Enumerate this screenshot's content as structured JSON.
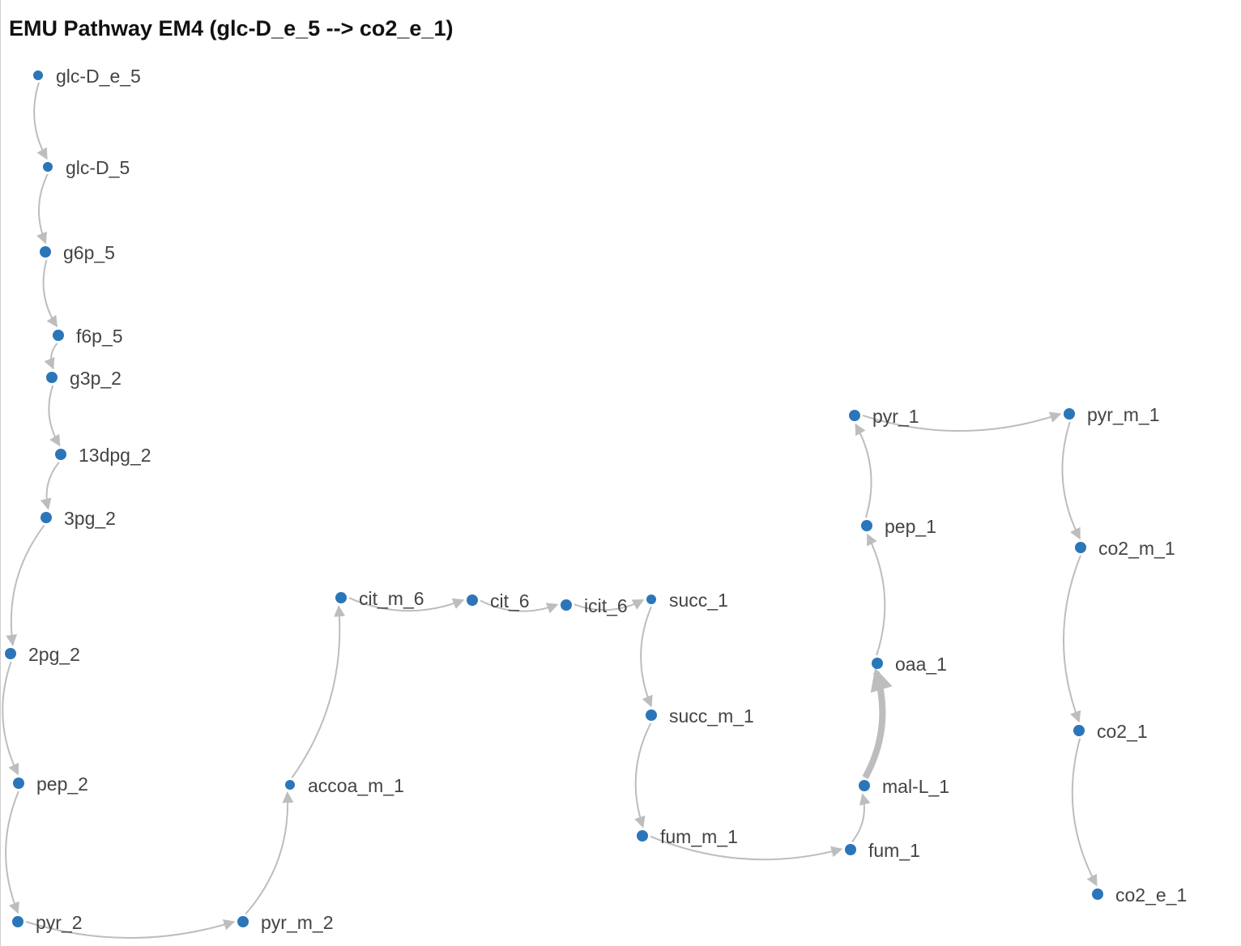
{
  "title": "EMU Pathway EM4 (glc-D_e_5 --> co2_e_1)",
  "colors": {
    "node": "#2b76b8",
    "edge": "#bdbdbd",
    "label": "#444444"
  },
  "nodes": [
    {
      "id": "glc-D_e_5",
      "label": "glc-D_e_5"
    },
    {
      "id": "glc-D_5",
      "label": "glc-D_5"
    },
    {
      "id": "g6p_5",
      "label": "g6p_5"
    },
    {
      "id": "f6p_5",
      "label": "f6p_5"
    },
    {
      "id": "g3p_2",
      "label": "g3p_2"
    },
    {
      "id": "13dpg_2",
      "label": "13dpg_2"
    },
    {
      "id": "3pg_2",
      "label": "3pg_2"
    },
    {
      "id": "2pg_2",
      "label": "2pg_2"
    },
    {
      "id": "pep_2",
      "label": "pep_2"
    },
    {
      "id": "pyr_2",
      "label": "pyr_2"
    },
    {
      "id": "pyr_m_2",
      "label": "pyr_m_2"
    },
    {
      "id": "accoa_m_1",
      "label": "accoa_m_1"
    },
    {
      "id": "cit_m_6",
      "label": "cit_m_6"
    },
    {
      "id": "cit_6",
      "label": "cit_6"
    },
    {
      "id": "icit_6",
      "label": "icit_6"
    },
    {
      "id": "succ_1",
      "label": "succ_1"
    },
    {
      "id": "succ_m_1",
      "label": "succ_m_1"
    },
    {
      "id": "fum_m_1",
      "label": "fum_m_1"
    },
    {
      "id": "fum_1",
      "label": "fum_1"
    },
    {
      "id": "mal-L_1",
      "label": "mal-L_1"
    },
    {
      "id": "oaa_1",
      "label": "oaa_1"
    },
    {
      "id": "pep_1",
      "label": "pep_1"
    },
    {
      "id": "pyr_1",
      "label": "pyr_1"
    },
    {
      "id": "pyr_m_1",
      "label": "pyr_m_1"
    },
    {
      "id": "co2_m_1",
      "label": "co2_m_1"
    },
    {
      "id": "co2_1",
      "label": "co2_1"
    },
    {
      "id": "co2_e_1",
      "label": "co2_e_1"
    }
  ],
  "edges": [
    {
      "from": "glc-D_e_5",
      "to": "glc-D_5"
    },
    {
      "from": "glc-D_5",
      "to": "g6p_5"
    },
    {
      "from": "g6p_5",
      "to": "f6p_5"
    },
    {
      "from": "f6p_5",
      "to": "g3p_2"
    },
    {
      "from": "g3p_2",
      "to": "13dpg_2"
    },
    {
      "from": "13dpg_2",
      "to": "3pg_2"
    },
    {
      "from": "3pg_2",
      "to": "2pg_2"
    },
    {
      "from": "2pg_2",
      "to": "pep_2"
    },
    {
      "from": "pep_2",
      "to": "pyr_2"
    },
    {
      "from": "pyr_2",
      "to": "pyr_m_2"
    },
    {
      "from": "pyr_m_2",
      "to": "accoa_m_1"
    },
    {
      "from": "accoa_m_1",
      "to": "cit_m_6"
    },
    {
      "from": "cit_m_6",
      "to": "cit_6"
    },
    {
      "from": "cit_6",
      "to": "icit_6"
    },
    {
      "from": "icit_6",
      "to": "succ_1"
    },
    {
      "from": "succ_1",
      "to": "succ_m_1"
    },
    {
      "from": "succ_m_1",
      "to": "fum_m_1"
    },
    {
      "from": "fum_m_1",
      "to": "fum_1"
    },
    {
      "from": "fum_1",
      "to": "mal-L_1"
    },
    {
      "from": "mal-L_1",
      "to": "oaa_1",
      "heavy": true
    },
    {
      "from": "oaa_1",
      "to": "pep_1"
    },
    {
      "from": "pep_1",
      "to": "pyr_1"
    },
    {
      "from": "pyr_1",
      "to": "pyr_m_1"
    },
    {
      "from": "pyr_m_1",
      "to": "co2_m_1"
    },
    {
      "from": "co2_m_1",
      "to": "co2_1"
    },
    {
      "from": "co2_1",
      "to": "co2_e_1"
    }
  ]
}
